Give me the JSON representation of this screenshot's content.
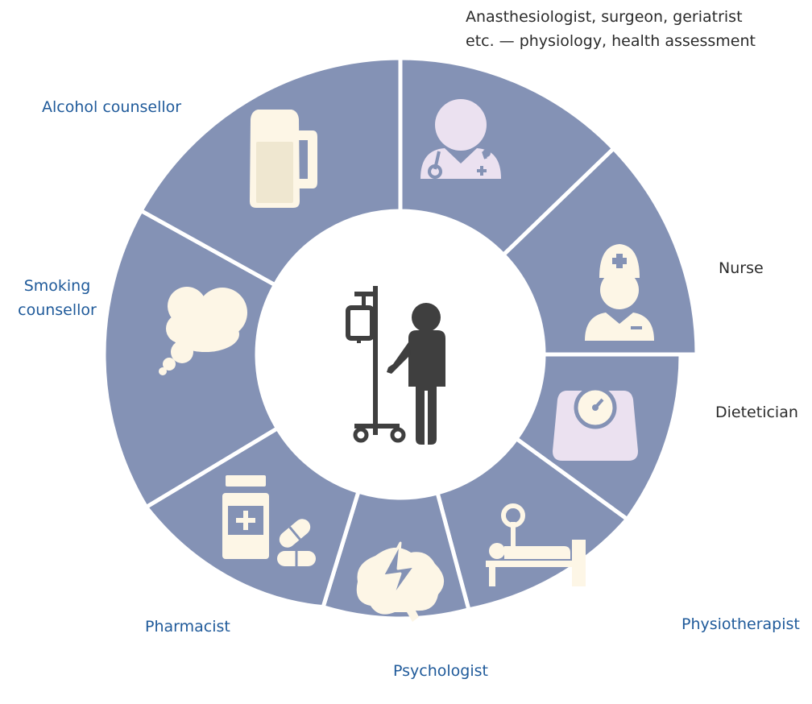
{
  "colors": {
    "segment": "#8492b5",
    "divider": "#ffffff",
    "hub": "#ffffff",
    "icon_cream": "#fdf6e6",
    "icon_lavender": "#ebe1f0",
    "patient": "#3f3f3f",
    "label_blue": "#1f5a9a",
    "label_dark": "#2b2b2b"
  },
  "labels": {
    "doctor": {
      "line1": "Anasthesiologist, surgeon, geriatrist",
      "line2": "etc. — physiology, health assessment"
    },
    "nurse": "Nurse",
    "dietetician": "Dietetician",
    "physiotherapist": "Physiotherapist",
    "psychologist": "Psychologist",
    "pharmacist": "Pharmacist",
    "smoking": {
      "line1": "Smoking",
      "line2": "counsellor"
    },
    "alcohol": "Alcohol counsellor"
  },
  "segments": [
    {
      "id": "doctor",
      "icon": "doctor-icon"
    },
    {
      "id": "nurse",
      "icon": "nurse-icon"
    },
    {
      "id": "dietetician",
      "icon": "scale-icon"
    },
    {
      "id": "physiotherapist",
      "icon": "bench-press-icon"
    },
    {
      "id": "psychologist",
      "icon": "brain-icon"
    },
    {
      "id": "pharmacist",
      "icon": "medicine-icon"
    },
    {
      "id": "smoking",
      "icon": "smoke-cloud-icon"
    },
    {
      "id": "alcohol",
      "icon": "beer-mug-icon"
    }
  ],
  "center_icon": "patient-iv-drip-icon"
}
